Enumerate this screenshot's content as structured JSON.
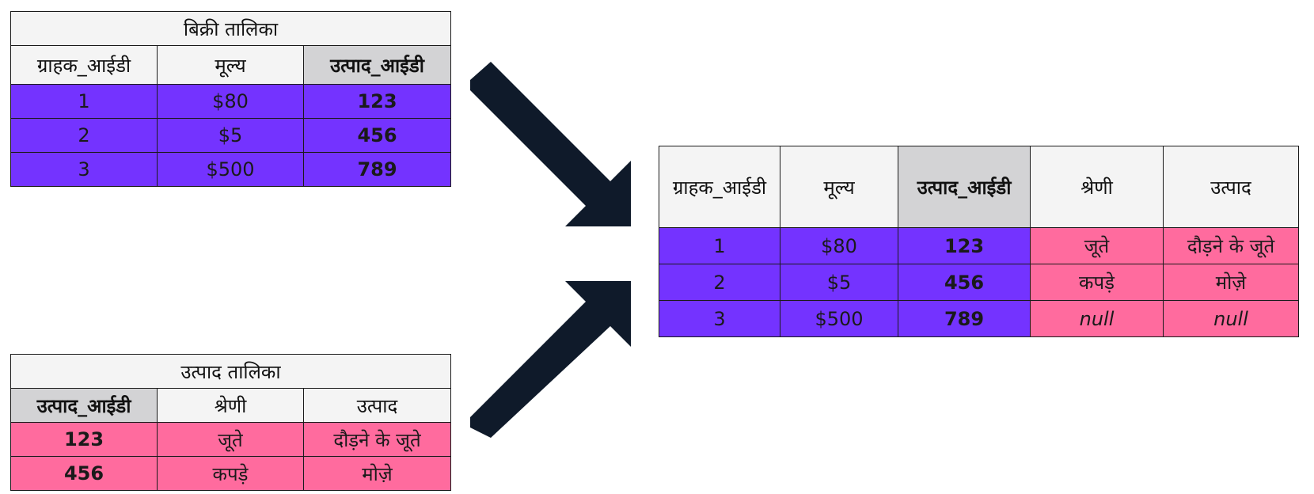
{
  "sales_table": {
    "caption": "बिक्री तालिका",
    "headers": [
      "ग्राहक_आईडी",
      "मूल्य",
      "उत्पाद_आईडी"
    ],
    "rows": [
      [
        "1",
        "$80",
        "123"
      ],
      [
        "2",
        "$5",
        "456"
      ],
      [
        "3",
        "$500",
        "789"
      ]
    ]
  },
  "product_table": {
    "caption": "उत्पाद तालिका",
    "headers": [
      "उत्पाद_आईडी",
      "श्रेणी",
      "उत्पाद"
    ],
    "rows": [
      [
        "123",
        "जूते",
        "दौड़ने के जूते"
      ],
      [
        "456",
        "कपड़े",
        "मोज़े"
      ]
    ]
  },
  "result_table": {
    "headers": [
      "ग्राहक_आईडी",
      "मूल्य",
      "उत्पाद_आईडी",
      "श्रेणी",
      "उत्पाद"
    ],
    "rows": [
      [
        "1",
        "$80",
        "123",
        "जूते",
        "दौड़ने के जूते"
      ],
      [
        "2",
        "$5",
        "456",
        "कपड़े",
        "मोज़े"
      ],
      [
        "3",
        "$500",
        "789",
        "null",
        "null"
      ]
    ]
  },
  "colors": {
    "sales_rows": "#7433ff",
    "product_rows": "#ff6b9e",
    "key_header": "#d3d3d5",
    "header": "#f4f4f4",
    "arrow": "#0f1a2a"
  },
  "icons": [
    "arrow-down-right-icon",
    "arrow-up-right-icon"
  ]
}
